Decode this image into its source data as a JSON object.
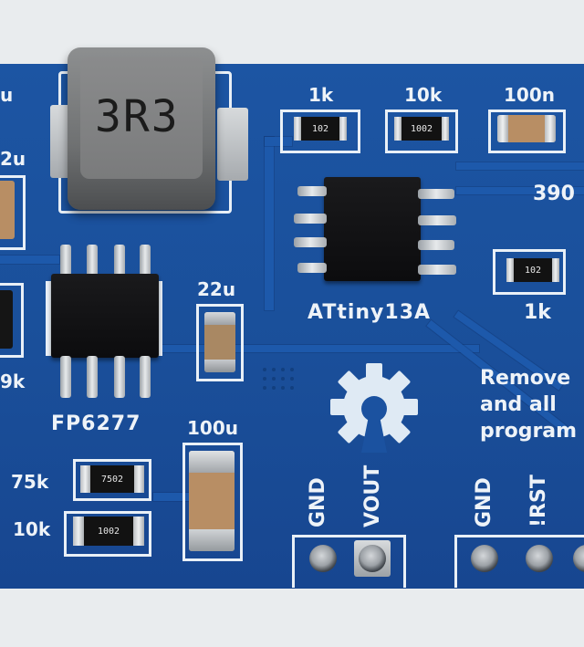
{
  "labels": {
    "inductor_marking": "3R3",
    "r_top_left": "1k",
    "r_top_left_code": "102",
    "r_top_mid": "10k",
    "r_top_mid_code": "1002",
    "cap_top_right": "100n",
    "r_right": "1k",
    "r_right_code": "102",
    "right_edge_partial": "390",
    "mcu": "ATtiny13A",
    "regulator": "FP6277",
    "cap_22u_left": "2u",
    "cap_22u_mid": "22u",
    "cap_100u": "100u",
    "left_edge_u": "u",
    "left_edge_9k": "9k",
    "r_75k": "75k",
    "r_75k_code": "7502",
    "r_10k": "10k",
    "r_10k_code": "1002",
    "hdr_gnd": "GND",
    "hdr_vout": "VOUT",
    "hdr2_gnd": "GND",
    "hdr2_rst": "!RST",
    "note_line1": "Remove",
    "note_line2": "and all",
    "note_line3": "program"
  },
  "colors": {
    "board": "#1b52a0",
    "silkscreen": "#eef3f8",
    "chip": "#111111",
    "capacitor": "#b88e64"
  }
}
